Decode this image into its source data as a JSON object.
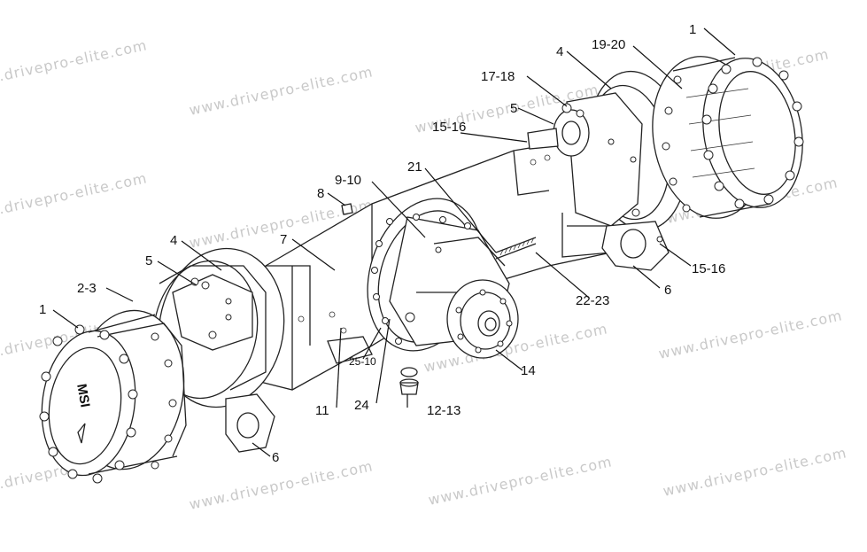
{
  "watermark": "www.drivepro-elite.com",
  "hub_logo": "MSI",
  "labels": {
    "l1_left": "1",
    "l2_3": "2-3",
    "l4_left": "4",
    "l5_left": "5",
    "l6_left": "6",
    "l7": "7",
    "l8": "8",
    "l9_10": "9-10",
    "l11": "11",
    "l12_13": "12-13",
    "l14": "14",
    "l15_16_top": "15-16",
    "l15_16_right": "15-16",
    "l17_18": "17-18",
    "l5_right": "5",
    "l4_right": "4",
    "l19_20": "19-20",
    "l1_right": "1",
    "l6_right": "6",
    "l21": "21",
    "l22_23": "22-23",
    "l24": "24",
    "l25_10": "25-10"
  }
}
